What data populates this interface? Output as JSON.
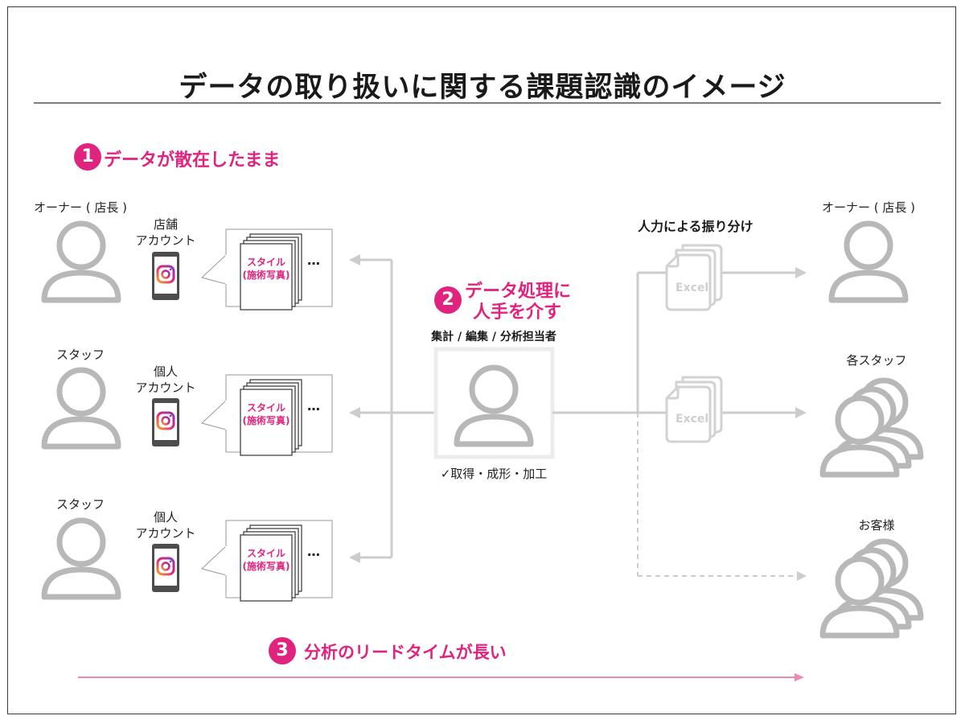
{
  "title": "データの取り扱いに関する課題認識のイメージ",
  "issues": [
    {
      "num": "1",
      "text": "データが散在したまま"
    },
    {
      "num": "2",
      "line1": "データ処理に",
      "line2": "人手を介す"
    },
    {
      "num": "3",
      "text": "分析のリードタイムが長い"
    }
  ],
  "left_people": [
    {
      "role": "オーナー ( 店長 )",
      "account_line1": "店舗",
      "account_line2": "アカウント"
    },
    {
      "role": "スタッフ",
      "account_line1": "個人",
      "account_line2": "アカウント"
    },
    {
      "role": "スタッフ",
      "account_line1": "個人",
      "account_line2": "アカウント"
    }
  ],
  "card": {
    "line1": "スタイル",
    "line2": "(施術写真)",
    "more": "…"
  },
  "center": {
    "role": "集計 / 編集 / 分析担当者",
    "tasks": "✓取得・成形・加工"
  },
  "manual_label": "人力による振り分け",
  "excel_label": "Excel",
  "right_people": [
    {
      "role": "オーナー ( 店長 )"
    },
    {
      "role": "各スタッフ"
    },
    {
      "role": "お客様"
    }
  ],
  "colors": {
    "accent": "#e0237f",
    "icon_gray": "#b8b8b8",
    "arrow_gray": "#cccccc",
    "timeline": "#e88ab4"
  },
  "icons": [
    "person-icon",
    "group-icon",
    "smartphone-icon",
    "instagram-icon",
    "excel-file-icon",
    "document-stack-icon"
  ]
}
